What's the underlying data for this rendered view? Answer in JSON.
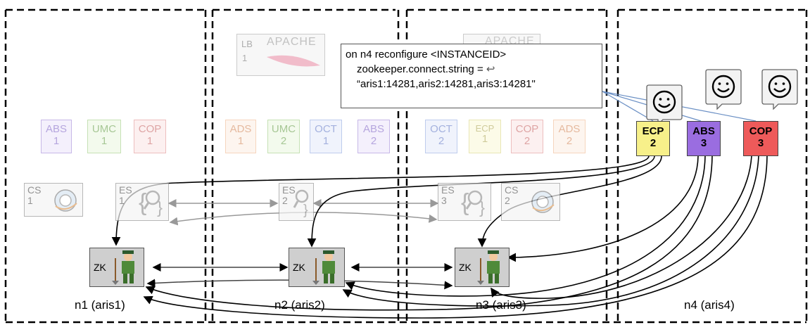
{
  "nodes": [
    {
      "label": "n1 (aris1)"
    },
    {
      "label": "n2 (aris2)"
    },
    {
      "label": "n3 (aris3)"
    },
    {
      "label": "n4 (aris4)"
    }
  ],
  "faded_boxes": [
    {
      "name": "ABS",
      "num": "1"
    },
    {
      "name": "UMC",
      "num": "1"
    },
    {
      "name": "COP",
      "num": "1"
    },
    {
      "name": "ADS",
      "num": "1"
    },
    {
      "name": "UMC",
      "num": "2"
    },
    {
      "name": "OCT",
      "num": "1"
    },
    {
      "name": "ABS",
      "num": "2"
    },
    {
      "name": "OCT",
      "num": "2"
    },
    {
      "name": "ECP",
      "num": "1"
    },
    {
      "name": "COP",
      "num": "2"
    },
    {
      "name": "ADS",
      "num": "2"
    }
  ],
  "active_boxes": [
    {
      "name": "ECP",
      "num": "2"
    },
    {
      "name": "ABS",
      "num": "3"
    },
    {
      "name": "COP",
      "num": "3"
    }
  ],
  "services": [
    {
      "name": "CS",
      "num": "1"
    },
    {
      "name": "ES",
      "num": "1"
    },
    {
      "name": "ES",
      "num": "2"
    },
    {
      "name": "ES",
      "num": "3"
    },
    {
      "name": "CS",
      "num": "2"
    }
  ],
  "zk_label": "ZK",
  "load_balancers": [
    {
      "name": "LB",
      "num": "1",
      "logo": "APACHE"
    },
    {
      "logo": "APACHE"
    }
  ],
  "callout": {
    "line1": "on n4 reconfigure <INSTANCEID>",
    "line2": "zookeeper.connect.string =",
    "line3": "“aris1:14281,aris2:14281,aris3:14281\""
  },
  "icons": [
    "smiley-icon",
    "return-arrow-icon",
    "zookeeper-keeper-icon",
    "elasticsearch-icon",
    "cloudsearch-icon",
    "apache-feather-icon"
  ],
  "colors": {
    "ecp_active": "#f7f08a",
    "abs_active": "#9a6de0",
    "cop_active": "#ee5a5a",
    "connector": "#000000",
    "faded_connector": "#999999",
    "callout_line": "#6a8fc4"
  }
}
